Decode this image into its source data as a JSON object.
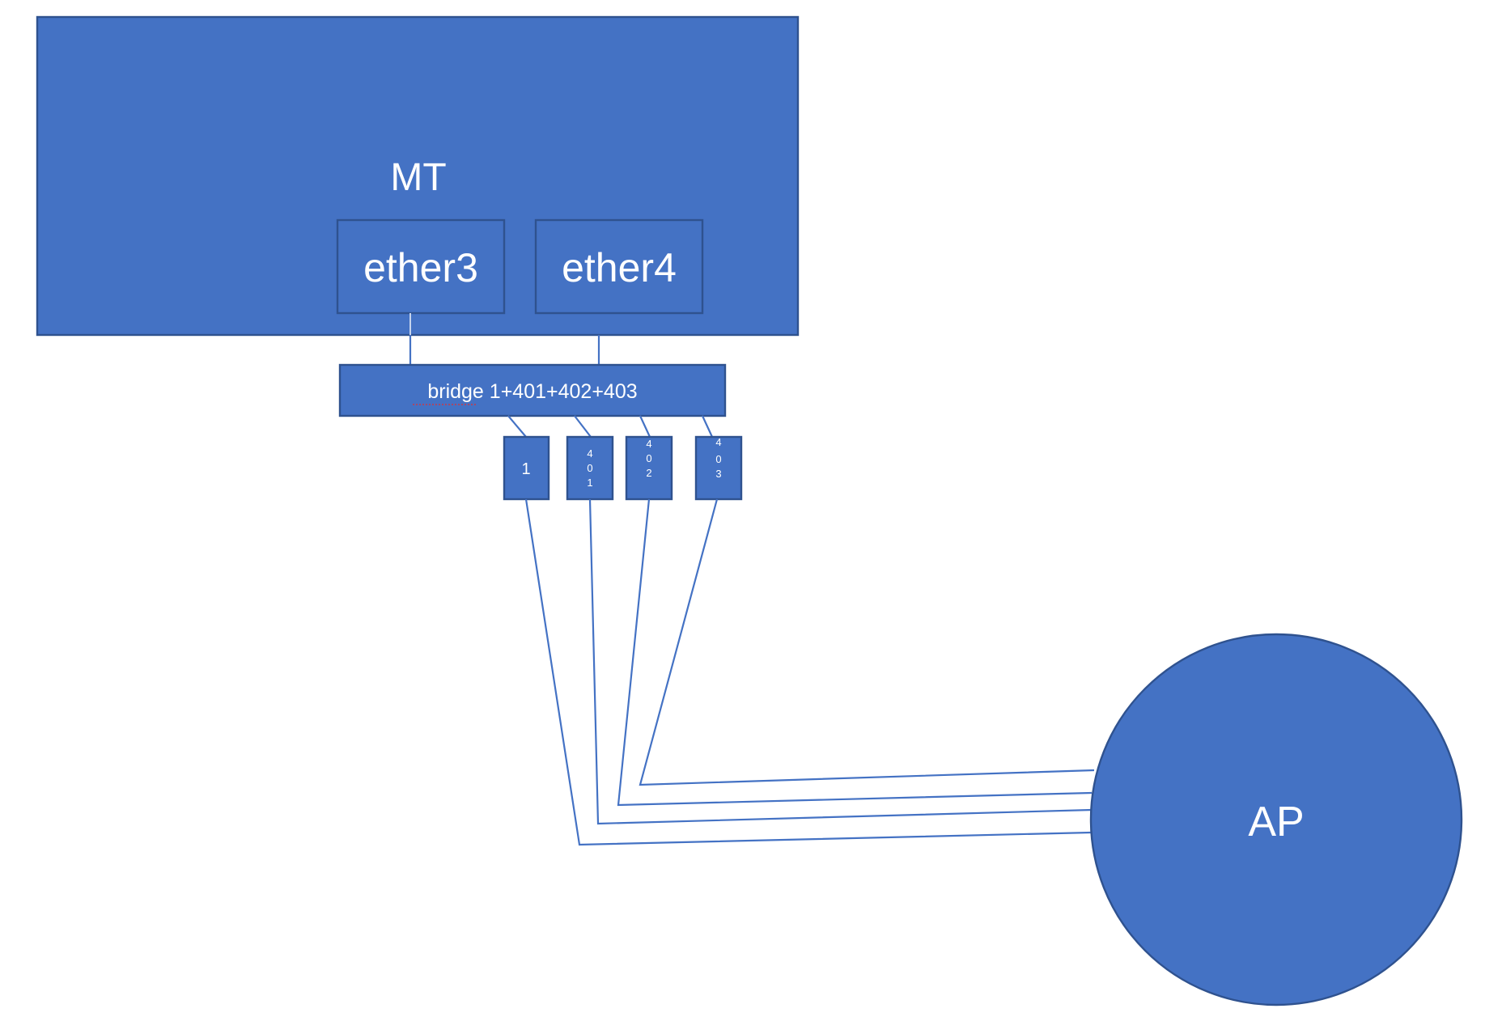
{
  "nodes": {
    "mt": {
      "label": "MT"
    },
    "ether3": {
      "label": "ether3"
    },
    "ether4": {
      "label": "ether4"
    },
    "bridge": {
      "label_word": "bridge",
      "label_rest": " 1+401+402+403"
    },
    "ap": {
      "label": "AP"
    }
  },
  "vlan_ports": [
    {
      "id": "vlan-1",
      "chars": [
        "1"
      ]
    },
    {
      "id": "vlan-401",
      "chars": [
        "4",
        "0",
        "1"
      ]
    },
    {
      "id": "vlan-402",
      "chars": [
        "4",
        "0",
        "2"
      ]
    },
    {
      "id": "vlan-403",
      "chars": [
        "4",
        "0",
        "3"
      ]
    }
  ],
  "colors": {
    "fill": "#4472c4",
    "stroke": "#2f528f",
    "text": "#ffffff",
    "background": "#ffffff"
  }
}
